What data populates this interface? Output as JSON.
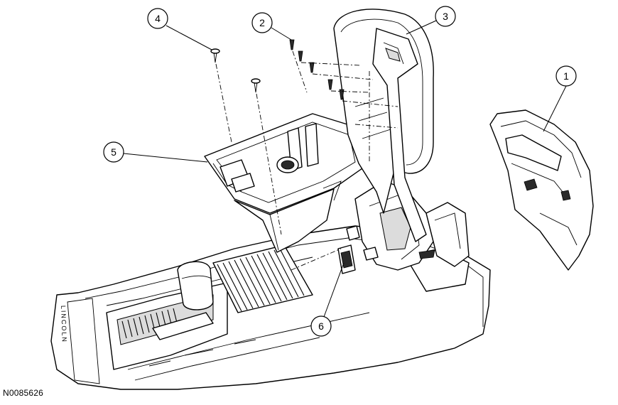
{
  "figure": {
    "id": "N0085626"
  },
  "callouts": [
    {
      "number": "1"
    },
    {
      "number": "2"
    },
    {
      "number": "3"
    },
    {
      "number": "4"
    },
    {
      "number": "5"
    },
    {
      "number": "6"
    }
  ],
  "console_badge": "LINCOLN"
}
